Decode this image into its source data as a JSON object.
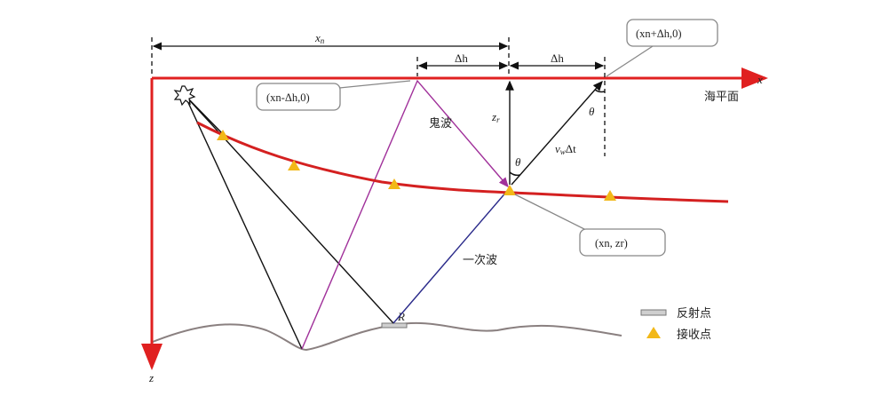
{
  "labels": {
    "xn": "x",
    "xn_sub": "n",
    "dh_left": "Δh",
    "dh_right": "Δh",
    "axis_x": "x",
    "axis_z": "z",
    "sea_surface": "海平面",
    "ghost_wave": "鬼波",
    "primary_wave": "一次波",
    "zr": "z",
    "zr_sub": "r",
    "theta_1": "θ",
    "theta_2": "θ",
    "vw_dt": "v",
    "vw_sub": "w",
    "vw_dt_tail": "Δt",
    "reflection_point": "R"
  },
  "callouts": {
    "top_right": "(xn+Δh,0)",
    "top_left": "(xn-Δh,0)",
    "receiver": "(xn, zr)"
  },
  "legend": {
    "reflector": "反射点",
    "receiver": "接收点"
  },
  "colors": {
    "axes": "#e02020",
    "cable": "#d42020",
    "ghost_ray": "#a0309a",
    "primary_ray": "#2a2a8a",
    "source_ray": "#111111",
    "seafloor": "#8a8080",
    "receiver_marker": "#f2b818",
    "callout_border": "#888888"
  }
}
